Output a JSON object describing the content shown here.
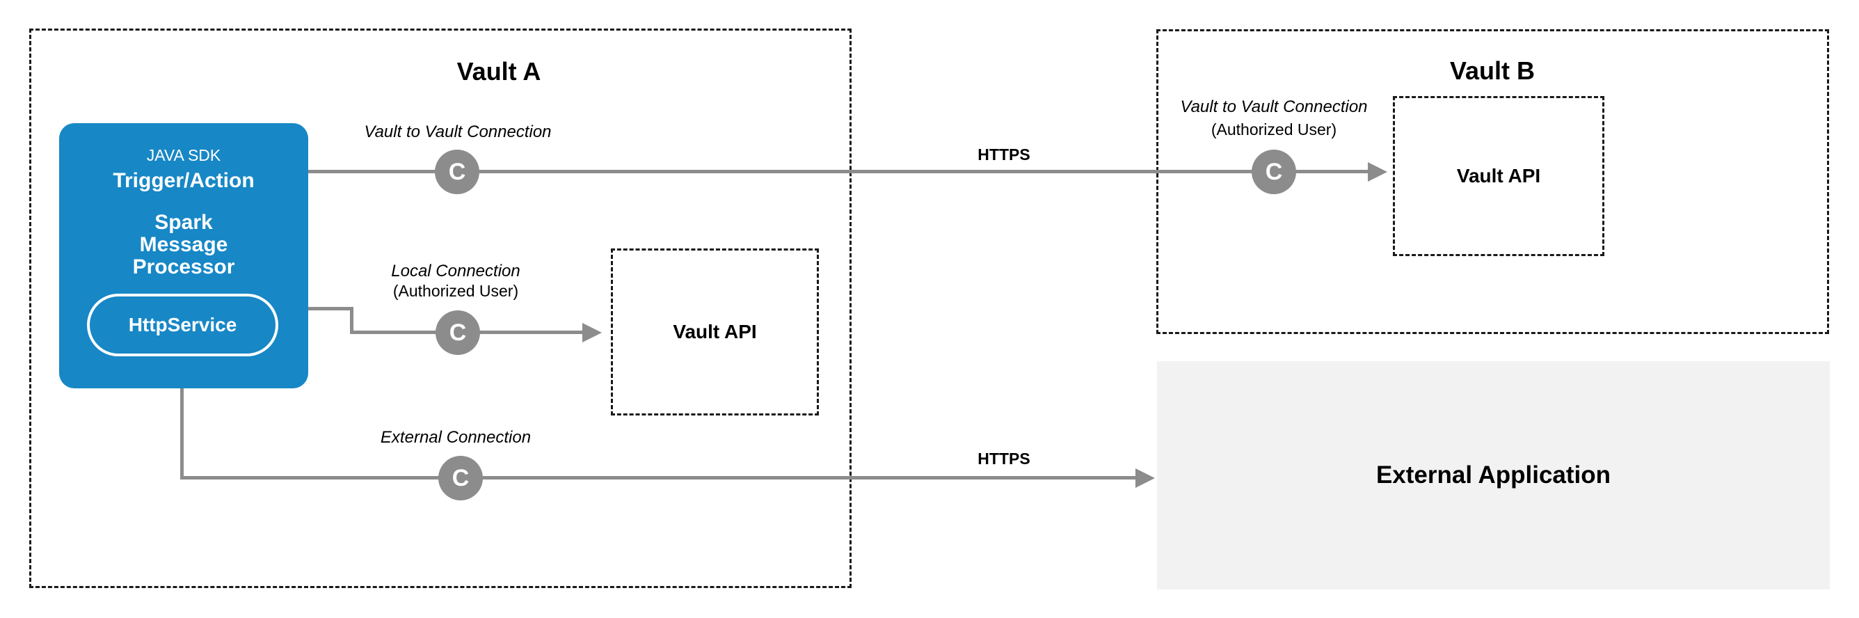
{
  "colors": {
    "accent_blue": "#1787C6",
    "connector_gray": "#8C8C8C",
    "external_box_bg": "#F2F2F2",
    "dashed_border": "#1A1A1A"
  },
  "vault_a": {
    "title": "Vault A",
    "sdk": {
      "platform_label": "JAVA SDK",
      "component_label": "Trigger/Action",
      "processor_label": "Spark\nMessage\nProcessor",
      "service_label": "HttpService"
    },
    "api_box_label": "Vault API"
  },
  "vault_b": {
    "title": "Vault B",
    "api_box_label": "Vault API",
    "connection_label": "Vault to Vault Connection",
    "connection_sublabel": "(Authorized User)",
    "badge": "C"
  },
  "external_application": {
    "label": "External Application"
  },
  "connections": {
    "vault_to_vault": {
      "label": "Vault to Vault Connection",
      "protocol": "HTTPS",
      "badge": "C"
    },
    "local": {
      "label": "Local Connection",
      "sublabel": "(Authorized User)",
      "badge": "C"
    },
    "external": {
      "label": "External Connection",
      "protocol": "HTTPS",
      "badge": "C"
    }
  }
}
